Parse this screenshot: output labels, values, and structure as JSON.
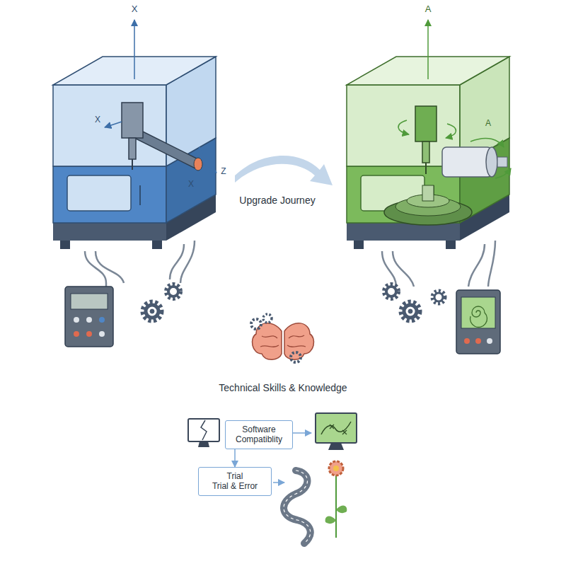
{
  "diagram": {
    "nodes": [
      {
        "text": [
          "Software Compatiblity"
        ]
      },
      {
        "text": [
          "Trial",
          "Trial & Error"
        ]
      }
    ],
    "edges": [
      {
        "from": 0,
        "to": 1,
        "arrow": "to"
      }
    ],
    "labels": [
      "X",
      "X",
      "Z",
      "X",
      "A",
      "A",
      "Upgrade Journey",
      "Technical Skills & Knowledge"
    ]
  }
}
